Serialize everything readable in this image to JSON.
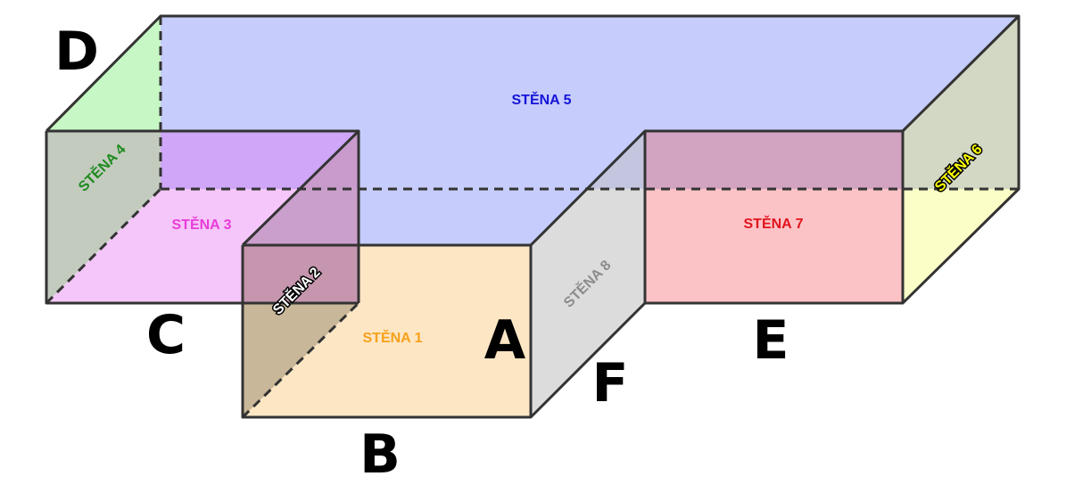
{
  "walls": [
    {
      "id": "stena-1",
      "label": "STĚNA 1",
      "color": "#f7a11a"
    },
    {
      "id": "stena-2",
      "label": "STĚNA 2",
      "color": "#ffffff"
    },
    {
      "id": "stena-3",
      "label": "STĚNA 3",
      "color": "#e83cd8"
    },
    {
      "id": "stena-4",
      "label": "STĚNA 4",
      "color": "#1e8a1e"
    },
    {
      "id": "stena-5",
      "label": "STĚNA 5",
      "color": "#1414d8"
    },
    {
      "id": "stena-6",
      "label": "STĚNA 6",
      "color": "#ffff00"
    },
    {
      "id": "stena-7",
      "label": "STĚNA 7",
      "color": "#e0141e"
    },
    {
      "id": "stena-8",
      "label": "STĚNA 8",
      "color": "#8c8c8c"
    }
  ],
  "points": {
    "A": "A",
    "B": "B",
    "C": "C",
    "D": "D",
    "E": "E",
    "F": "F"
  }
}
